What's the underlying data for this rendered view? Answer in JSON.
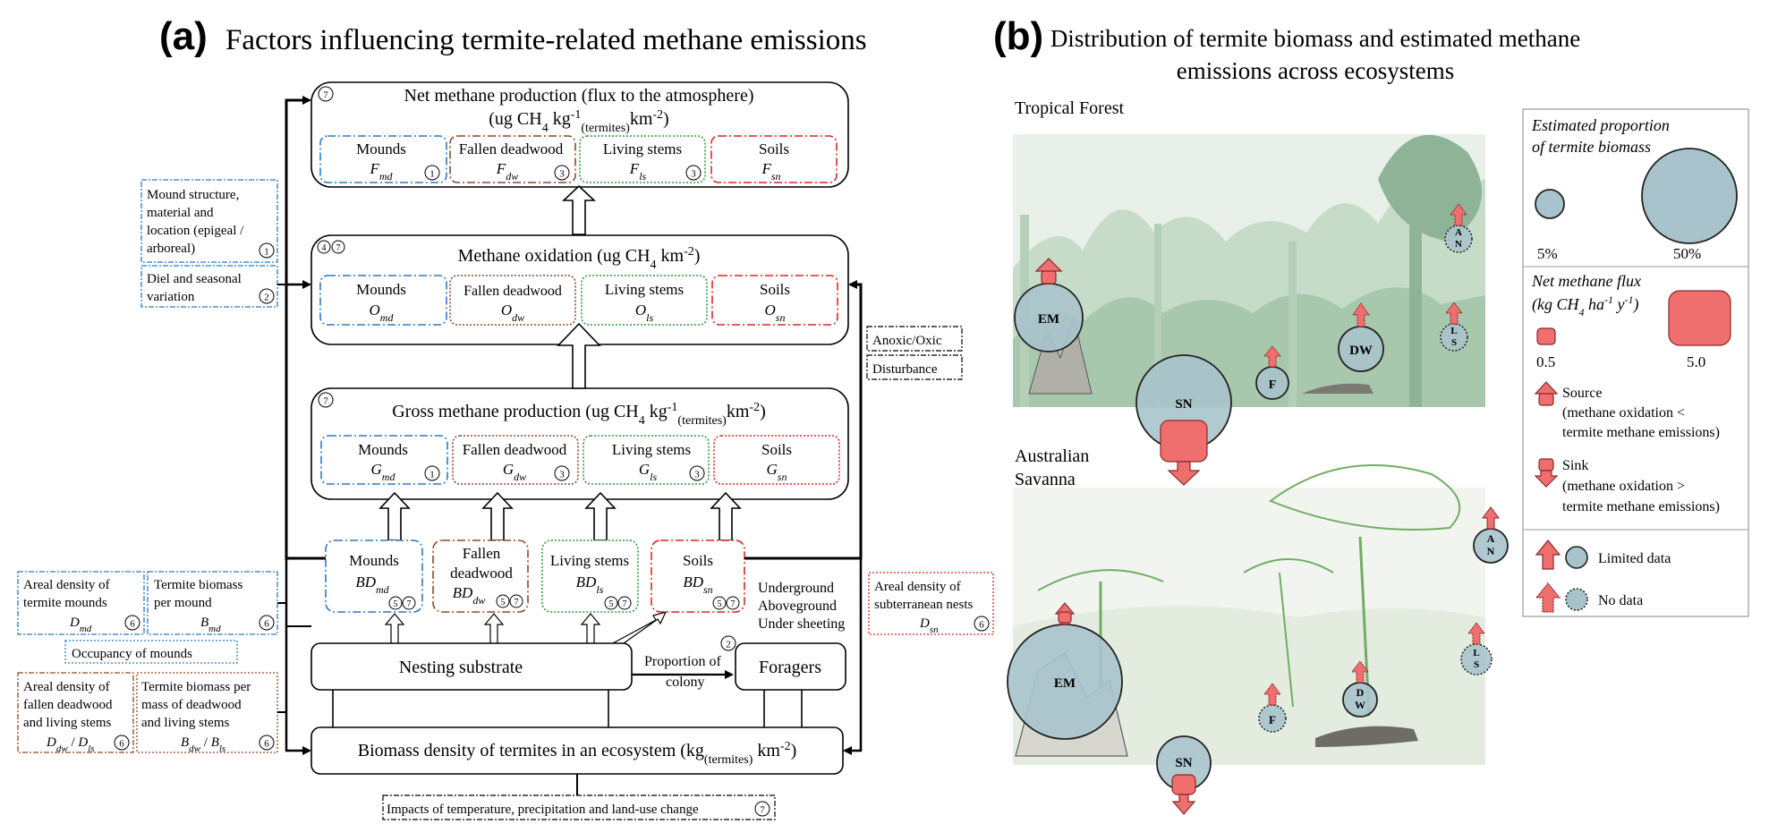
{
  "panel_a": {
    "letter": "(a)",
    "title": "Factors influencing termite-related methane emissions",
    "net": {
      "title": "Net methane production (flux to the atmosphere)",
      "units_prefix": "(ug CH",
      "units_sub4": "4",
      "units_mid": " kg",
      "units_sup1": "-1",
      "units_sub_termites": "(termites)",
      "units_km": "km",
      "units_sup2": "-2",
      "units_close": ")",
      "badge": "7",
      "boxes": [
        {
          "label": "Mounds",
          "sym": "F",
          "sub": "md",
          "badge": "1"
        },
        {
          "label": "Fallen deadwood",
          "sym": "F",
          "sub": "dw",
          "badge": "3"
        },
        {
          "label": "Living stems",
          "sym": "F",
          "sub": "ls",
          "badge": "3"
        },
        {
          "label": "Soils",
          "sym": "F",
          "sub": "sn",
          "badge": ""
        }
      ]
    },
    "oxidation": {
      "title_prefix": "Methane oxidation (ug CH",
      "title_sub": "4",
      "title_mid": " km",
      "title_sup": "-2",
      "title_close": ")",
      "badge1": "4",
      "badge2": "7",
      "boxes": [
        {
          "label": "Mounds",
          "sym": "O",
          "sub": "md"
        },
        {
          "label": "Fallen deadwood",
          "sym": "O",
          "sub": "dw"
        },
        {
          "label": "Living stems",
          "sym": "O",
          "sub": "ls"
        },
        {
          "label": "Soils",
          "sym": "O",
          "sub": "sn"
        }
      ]
    },
    "gross": {
      "title_prefix": "Gross methane production (ug CH",
      "title_sub4": "4",
      "title_mid": " kg",
      "title_sup1": "-1",
      "title_sub_termites": "(termites)",
      "title_km": "km",
      "title_sup2": "-2",
      "title_close": ")",
      "badge": "7",
      "boxes": [
        {
          "label": "Mounds",
          "sym": "G",
          "sub": "md",
          "badge": "1"
        },
        {
          "label": "Fallen  deadwood",
          "sym": "G",
          "sub": "dw",
          "badge": "3"
        },
        {
          "label": "Living stems",
          "sym": "G",
          "sub": "ls",
          "badge": "3"
        },
        {
          "label": "Soils",
          "sym": "G",
          "sub": "sn",
          "badge": ""
        }
      ]
    },
    "bd_boxes": [
      {
        "label": "Mounds",
        "sym": "BD",
        "sub": "md",
        "badge1": "5",
        "badge2": "7"
      },
      {
        "label1": "Fallen",
        "label2": "deadwood",
        "sym": "BD",
        "sub": "dw",
        "badge1": "5",
        "badge2": "7"
      },
      {
        "label": "Living stems",
        "sym": "BD",
        "sub": "ls",
        "badge1": "5",
        "badge2": "7"
      },
      {
        "label": "Soils",
        "sym": "BD",
        "sub": "sn",
        "badge1": "5",
        "badge2": "7"
      }
    ],
    "soil_types": [
      "Underground",
      "Aboveground",
      "Under sheeting"
    ],
    "nesting_substrate": "Nesting substrate",
    "proportion": {
      "line1": "Proportion of",
      "line2": "colony",
      "badge": "2"
    },
    "foragers": "Foragers",
    "biomass": {
      "prefix": "Biomass density of termites in an ecosystem (kg",
      "sub": "(termites)",
      "mid": " km",
      "sup": "-2",
      "close": ")"
    },
    "impacts": {
      "label": "Impacts of temperature, precipitation and land-use change",
      "badge": "7"
    },
    "anoxic": "Anoxic/Oxic",
    "disturbance": "Disturbance",
    "mound_structure": {
      "lines": [
        "Mound structure,",
        "material and",
        "location (epigeal /",
        "arboreal)"
      ],
      "badge": "1"
    },
    "diel": {
      "lines": [
        "Diel and seasonal",
        "variation"
      ],
      "badge": "2"
    },
    "areal_mounds": {
      "line1": "Areal density of",
      "line2": "termite mounds",
      "sym": "D",
      "sub": "md",
      "badge": "6"
    },
    "termite_biomass_mound": {
      "line1": "Termite biomass",
      "line2": "per mound",
      "sym": "B",
      "sub": "md",
      "badge": "6"
    },
    "occupancy": "Occupancy of mounds",
    "areal_fallen": {
      "lines": [
        "Areal density of",
        "fallen deadwood",
        "and living stems"
      ],
      "sym1": "D",
      "sub1": "dw",
      "sep": " / ",
      "sym2": "D",
      "sub2": "ls",
      "badge": "6"
    },
    "termite_biomass_mass": {
      "lines": [
        "Termite biomass per",
        "mass of deadwood",
        "and living stems"
      ],
      "sym1": "B",
      "sub1": "dw",
      "sep": " / ",
      "sym2": "B",
      "sub2": "ls",
      "badge": "6"
    },
    "areal_subterranean": {
      "line1": "Areal density of",
      "line2": "subterranean nests",
      "sym": "D",
      "sub": "sn",
      "badge": "6"
    }
  },
  "panel_b": {
    "letter": "(b)",
    "title_line1": "Distribution of termite biomass and estimated methane",
    "title_line2": "emissions across ecosystems",
    "tropical_label": "Tropical Forest",
    "savanna_label1": "Australian",
    "savanna_label2": "Savanna",
    "tropical_markers": [
      {
        "id": "EM",
        "label": "EM",
        "status": "limited",
        "flux": "source"
      },
      {
        "id": "SN",
        "label": "SN",
        "status": "limited",
        "flux": "sink"
      },
      {
        "id": "F",
        "label": "F",
        "status": "limited",
        "flux": "source"
      },
      {
        "id": "DW",
        "label": "DW",
        "status": "limited",
        "flux": "source"
      },
      {
        "id": "AN",
        "label1": "A",
        "label2": "N",
        "status": "nodata",
        "flux": "source"
      },
      {
        "id": "LS",
        "label1": "L",
        "label2": "S",
        "status": "nodata",
        "flux": "source"
      }
    ],
    "savanna_markers": [
      {
        "id": "EM",
        "label": "EM",
        "status": "limited",
        "flux": "source"
      },
      {
        "id": "SN",
        "label": "SN",
        "status": "limited",
        "flux": "sink"
      },
      {
        "id": "F",
        "label": "F",
        "status": "nodata",
        "flux": "source"
      },
      {
        "id": "DW",
        "label1": "D",
        "label2": "W",
        "status": "limited",
        "flux": "source"
      },
      {
        "id": "AN",
        "label1": "A",
        "label2": "N",
        "status": "limited",
        "flux": "source"
      },
      {
        "id": "LS",
        "label1": "L",
        "label2": "S",
        "status": "nodata",
        "flux": "source"
      }
    ],
    "legend": {
      "biomass_title1": "Estimated proportion",
      "biomass_title2": "of termite biomass",
      "small_label": "5%",
      "large_label": "50%",
      "flux_title1": "Net methane flux",
      "flux_title2_prefix": "(kg CH",
      "flux_sub": "4",
      "flux_mid1": " ha",
      "flux_sup1": "-1",
      "flux_mid2": " y",
      "flux_sup2": "-1",
      "flux_close": ")",
      "flux_small": "0.5",
      "flux_large": "5.0",
      "source_label": "Source",
      "source_desc1": "(methane oxidation <",
      "source_desc2": "termite methane emissions)",
      "sink_label": "Sink",
      "sink_desc1": "(methane oxidation >",
      "sink_desc2": "termite methane emissions)",
      "limited": "Limited data",
      "nodata": "No data"
    },
    "colors": {
      "circle_fill": "#a9c3cc",
      "circle_stroke": "#333333",
      "flux_fill": "#ef6e6e",
      "flux_stroke": "#8a2a2a",
      "forest_bg": "#dce9dd",
      "savanna_bg": "#eef3ea"
    }
  },
  "colors": {
    "mounds": "#2c7bc4",
    "deadwood": "#8b4a2b",
    "stems": "#2e9a3e",
    "soils": "#e02525"
  }
}
